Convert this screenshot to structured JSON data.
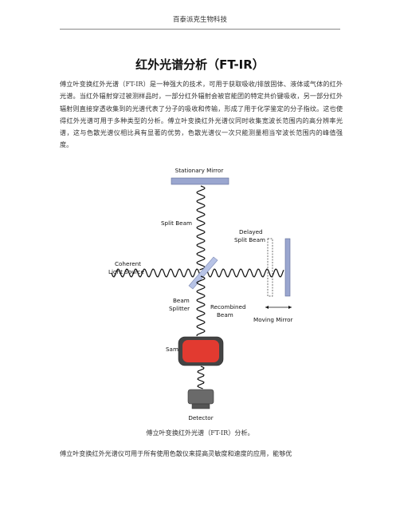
{
  "header": {
    "company": "百泰派克生物科技"
  },
  "article": {
    "title": "红外光谱分析（FT-IR）",
    "paragraph1": "傅立叶变换红外光谱（FT-IR）是一种强大的技术，可用于获取吸收/排放固体、液体或气体的红外光谱。当红外辐射穿过被测样品时，一部分红外辐射会被官能团的特定共价键吸收，另一部分红外辐射则直接穿透收集到的光谱代表了分子的吸收和传输，形成了用于化学鉴定的分子指纹。这也使得红外光谱可用于多种类型的分析。傅立叶变换红外光谱仪同时收集宽波长范围内的高分辨率光谱，这与色散光谱仪相比具有显著的优势，色散光谱仪一次只能测量相当窄波长范围内的峰值强度。",
    "caption": "傅立叶变换红外光谱（FT-IR）分析。",
    "paragraph2": "傅立叶变换红外光谱仪可用于所有使用色散仪来提高灵敏度和速度的应用，能够优"
  },
  "diagram": {
    "labels": {
      "stationary_mirror": "Stationary Mirror",
      "split_beam": "Split Beam",
      "delayed_split_beam_1": "Delayed",
      "delayed_split_beam_2": "Split Beam",
      "coherent_light_1": "Coherent",
      "coherent_light_2": "Light Source",
      "beam_splitter_1": "Beam",
      "beam_splitter_2": "Splitter",
      "recombined_1": "Recombined",
      "recombined_2": "Beam",
      "moving_mirror": "Moving Mirror",
      "sample": "Sample",
      "detector": "Detector"
    },
    "colors": {
      "mirror": "#9aa6cf",
      "splitter": "#b7c3e6",
      "sample_outer": "#444444",
      "sample_inner": "#e23a30",
      "detector": "#6a6a6a",
      "wave": "#111111"
    }
  }
}
